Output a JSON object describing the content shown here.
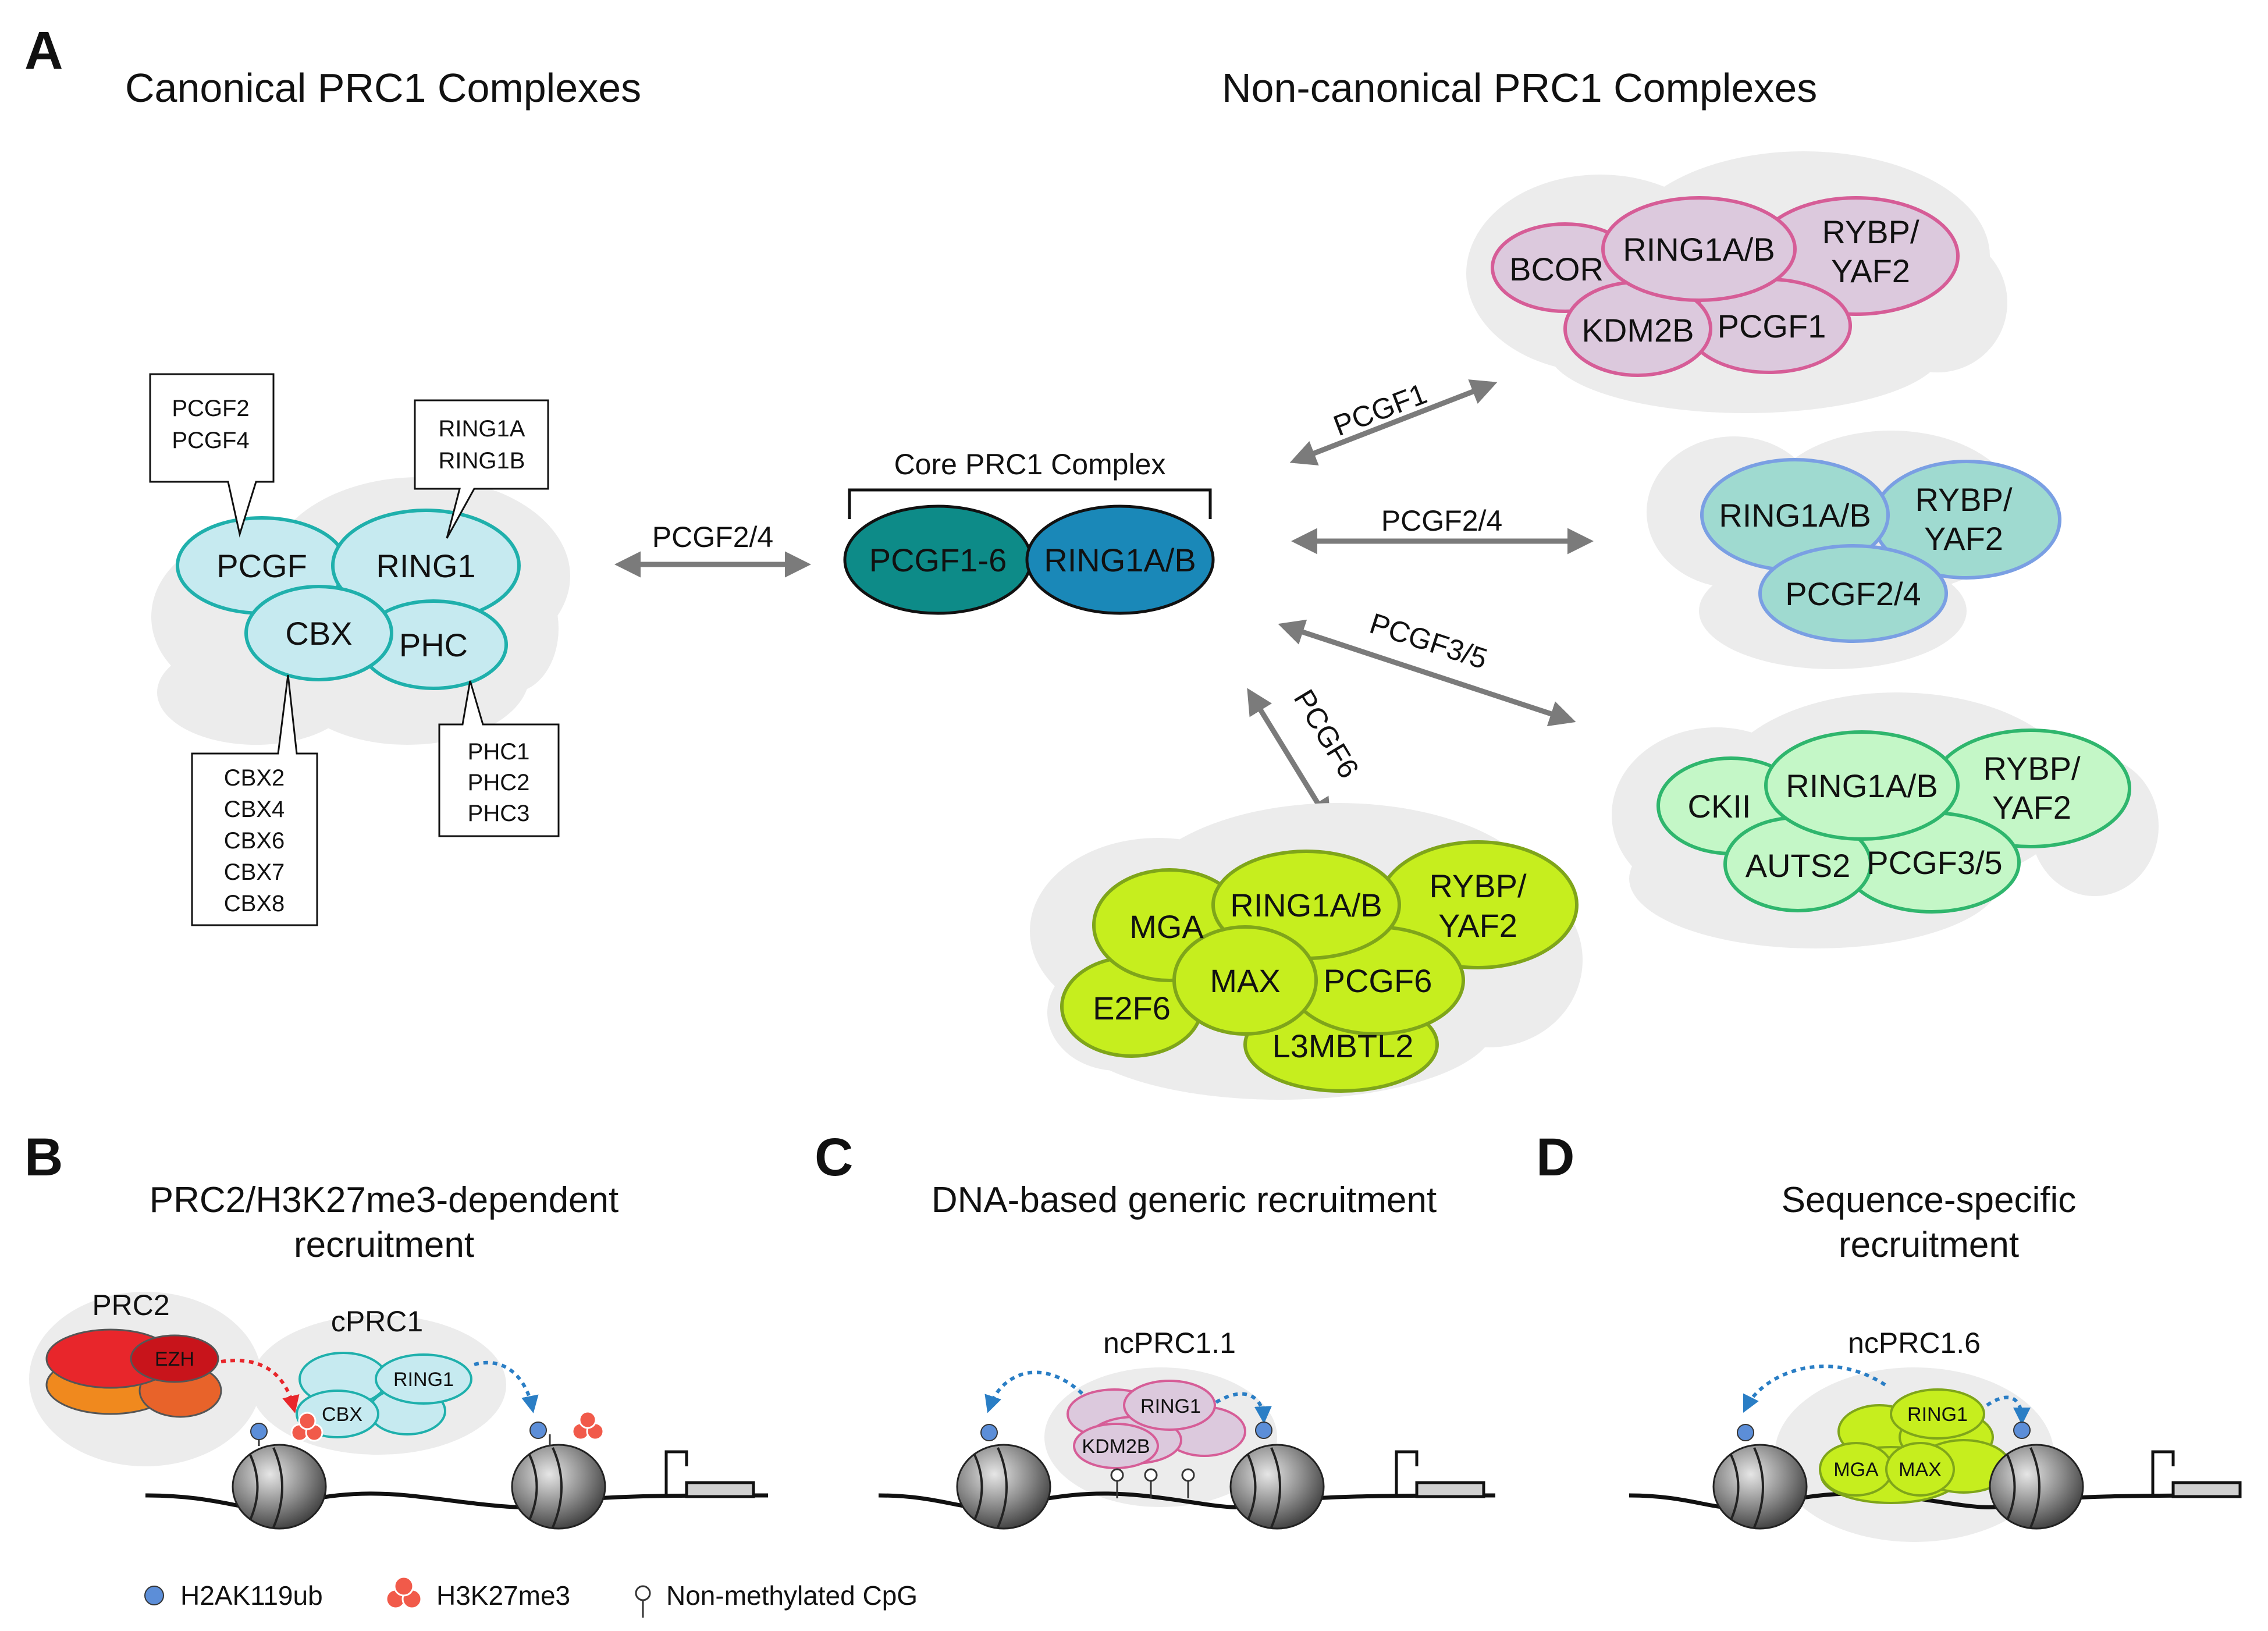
{
  "panel_letters": {
    "a": "A",
    "b": "B",
    "c": "C",
    "d": "D"
  },
  "panel_a": {
    "canonical_title": "Canonical PRC1 Complexes",
    "noncanonical_title": "Non-canonical PRC1 Complexes",
    "canonical_complex": {
      "pcgf": "PCGF",
      "ring1": "RING1",
      "cbx": "CBX",
      "phc": "PHC",
      "callout_pcgf": [
        "PCGF2",
        "PCGF4"
      ],
      "callout_ring1": [
        "RING1A",
        "RING1B"
      ],
      "callout_cbx": [
        "CBX2",
        "CBX4",
        "CBX6",
        "CBX7",
        "CBX8"
      ],
      "callout_phc": [
        "PHC1",
        "PHC2",
        "PHC3"
      ]
    },
    "arrow_canonical": "PCGF2/4",
    "core": {
      "title": "Core PRC1 Complex",
      "left": "PCGF1-6",
      "right": "RING1A/B"
    },
    "arrows": {
      "pcgf1": "PCGF1",
      "pcgf24": "PCGF2/4",
      "pcgf35": "PCGF3/5",
      "pcgf6": "PCGF6"
    },
    "ncprc1_1": {
      "bcor": "BCOR",
      "ring1": "RING1A/B",
      "rybp": [
        "RYBP/",
        "YAF2"
      ],
      "kdm2b": "KDM2B",
      "pcgf1": "PCGF1"
    },
    "ncprc1_24": {
      "ring1": "RING1A/B",
      "rybp": [
        "RYBP/",
        "YAF2"
      ],
      "pcgf": "PCGF2/4"
    },
    "ncprc1_35": {
      "ckii": "CKII",
      "ring1": "RING1A/B",
      "rybp": [
        "RYBP/",
        "YAF2"
      ],
      "auts2": "AUTS2",
      "pcgf": "PCGF3/5"
    },
    "ncprc1_6": {
      "mga": "MGA",
      "ring1": "RING1A/B",
      "rybp": [
        "RYBP/",
        "YAF2"
      ],
      "e2f6": "E2F6",
      "max": "MAX",
      "pcgf6": "PCGF6",
      "l3mbtl2": "L3MBTL2"
    }
  },
  "panel_b": {
    "title": [
      "PRC2/H3K27me3-dependent",
      "recruitment"
    ],
    "prc2": "PRC2",
    "ezh": "EZH",
    "cprc1": "cPRC1",
    "ring1": "RING1",
    "cbx": "CBX"
  },
  "panel_c": {
    "title": "DNA-based generic recruitment",
    "complex": "ncPRC1.1",
    "ring1": "RING1",
    "kdm2b": "KDM2B"
  },
  "panel_d": {
    "title": [
      "Sequence-specific",
      "recruitment"
    ],
    "complex": "ncPRC1.6",
    "ring1": "RING1",
    "mga": "MGA",
    "max": "MAX"
  },
  "legend": {
    "h2a": "H2AK119ub",
    "h3": "H3K27me3",
    "cpg": "Non-methylated CpG"
  },
  "colors": {
    "canonical_fill": "#c6eaf0",
    "canonical_stroke": "#1fb0ac",
    "core_pcgf": "#0d8b88",
    "core_ring": "#1a88b8",
    "nc11_fill": "#dcc9dd",
    "nc11_stroke": "#d65d97",
    "nc24_fill": "#9fdad0",
    "nc24_stroke": "#7a9fe3",
    "nc35_fill": "#c4f7c7",
    "nc35_stroke": "#2fb66d",
    "nc6_fill": "#c6ee1e",
    "nc6_stroke": "#7fa51a",
    "arrow": "#7b7b7b",
    "prc2_red": "#e8262b",
    "prc2_orange": "#f0891e",
    "h2a_blue": "#5c8ed8",
    "h3_red": "#f15a4a",
    "recruit_blue": "#2a7ec5"
  }
}
